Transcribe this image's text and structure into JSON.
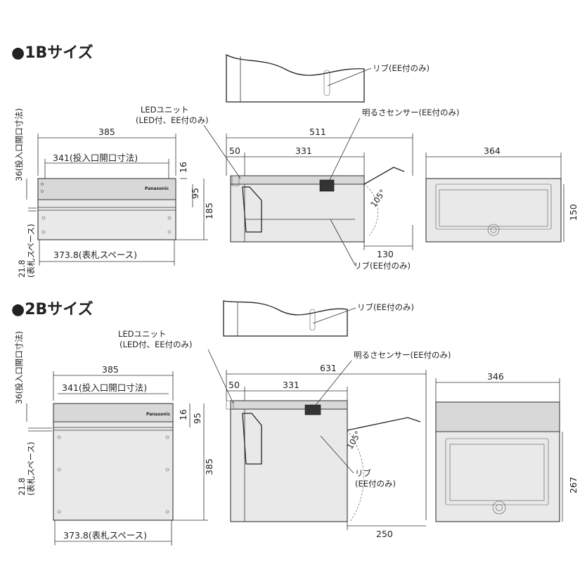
{
  "sections": [
    {
      "title": "●1Bサイズ",
      "front": {
        "width": "385",
        "slot_width": "341(投入口開口寸法)",
        "slot_height": "36(投入口開口寸法)",
        "h1": "16",
        "h2": "95",
        "total_height": "185",
        "plate_width": "373.8(表札スペース)",
        "plate_height": "21.8\n(表札スペース)",
        "brand": "Panasonic"
      },
      "side": {
        "depth": "511",
        "d1": "50",
        "d2": "331",
        "open": "130",
        "angle": "105°",
        "led_label": "LEDユニット",
        "led_sub": "(LED付、EE付のみ)",
        "sensor_label": "明るさセンサー(EE付のみ)",
        "rib_label": "リブ(EE付のみ)",
        "rib_top_label": "リブ(EE付のみ)"
      },
      "back": {
        "width": "364",
        "height": "150"
      }
    },
    {
      "title": "●2Bサイズ",
      "front": {
        "width": "385",
        "slot_width": "341(投入口開口寸法)",
        "slot_height": "36(投入口開口寸法)",
        "h1": "16",
        "h2": "95",
        "total_height": "385",
        "plate_width": "373.8(表札スペース)",
        "plate_height": "21.8\n(表札スペース)",
        "brand": "Panasonic"
      },
      "side": {
        "depth": "631",
        "d1": "50",
        "d2": "331",
        "open": "250",
        "angle": "105°",
        "led_label": "LEDユニット",
        "led_sub": "(LED付、EE付のみ)",
        "sensor_label": "明るさセンサー(EE付のみ)",
        "rib_label": "リブ",
        "rib_label2": "(EE付のみ)",
        "rib_top_label": "リブ(EE付のみ)"
      },
      "back": {
        "width": "346",
        "height": "267"
      }
    }
  ]
}
